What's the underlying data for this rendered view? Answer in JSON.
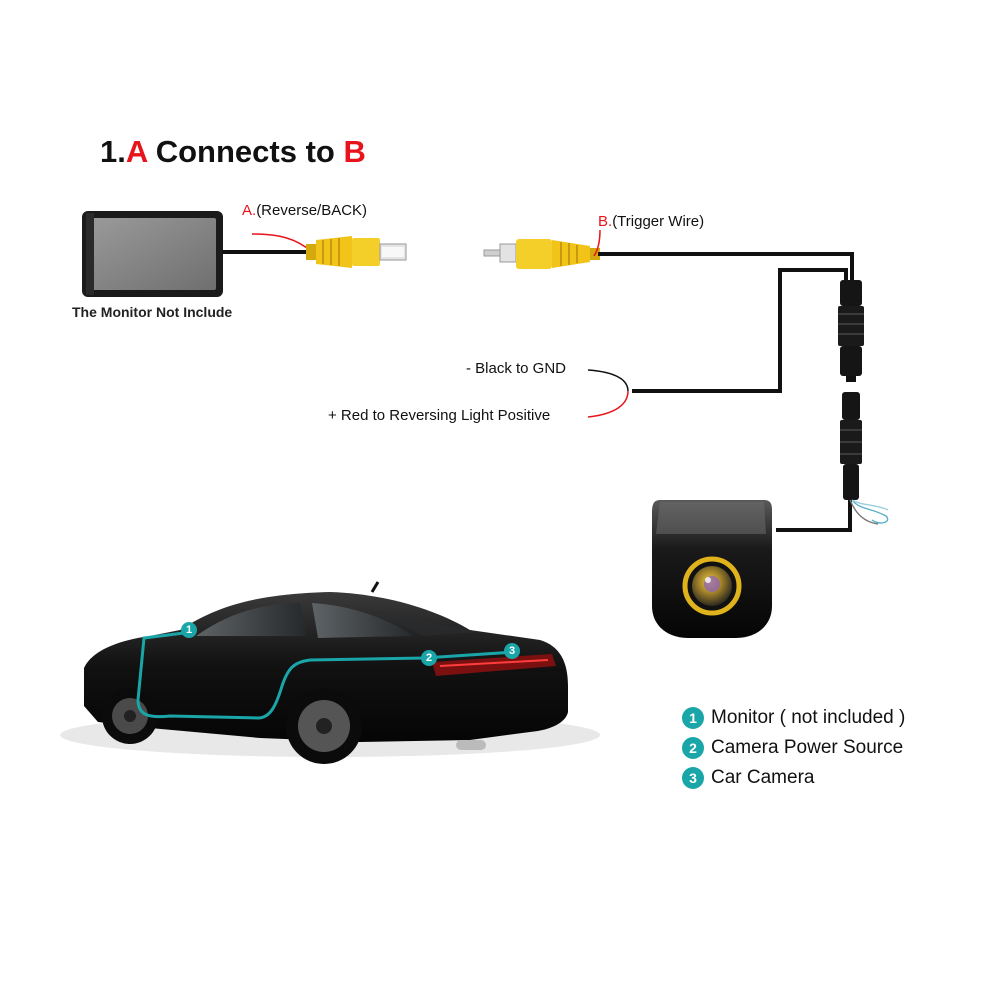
{
  "title": {
    "prefix": "1.",
    "a": "A",
    "middle": " Connects to ",
    "b": "B"
  },
  "connector_a": {
    "letter": "A.",
    "text": "(Reverse/BACK)"
  },
  "connector_b": {
    "letter": "B.",
    "text": "(Trigger Wire)"
  },
  "monitor_caption": "The Monitor Not Include",
  "wires": {
    "black": "- Black to GND",
    "red": "+ Red to Reversing Light Positive"
  },
  "legend": [
    {
      "num": "1",
      "text": "Monitor ( not included )"
    },
    {
      "num": "2",
      "text": "Camera Power Source"
    },
    {
      "num": "3",
      "text": "Car Camera"
    }
  ],
  "car_markers": [
    "1",
    "2",
    "3"
  ],
  "colors": {
    "accent_red": "#e8141b",
    "teal": "#1aa6a8",
    "rca_yellow": "#f2c318"
  }
}
